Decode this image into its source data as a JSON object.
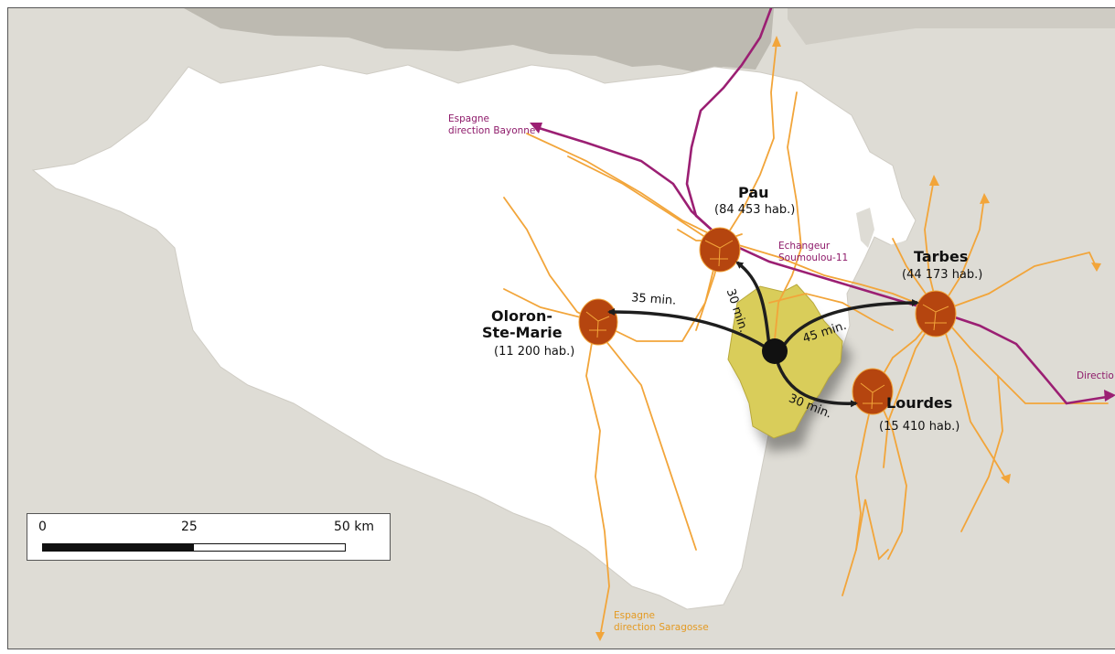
{
  "cities": [
    {
      "name": "Pau",
      "population": "(84 453 hab.)"
    },
    {
      "name_line1": "Oloron-",
      "name_line2": "Ste-Marie",
      "population": "(11 200 hab.)"
    },
    {
      "name": "Tarbes",
      "population": "(44 173 hab.)"
    },
    {
      "name": "Lourdes",
      "population": "(15 410 hab.)"
    }
  ],
  "travel_times": {
    "pau": "30 min.",
    "oloron": "35 min.",
    "tarbes": "45 min.",
    "lourdes": "30 min."
  },
  "labels": {
    "espagne_bayonne_1": "Espagne",
    "espagne_bayonne_2": "direction Bayonne",
    "espagne_saragosse_1": "Espagne",
    "espagne_saragosse_2": "direction Saragosse",
    "echangeur_1": "Echangeur",
    "echangeur_2": "Soumoulou-11",
    "direction_toulouse": "Directio"
  },
  "scale": {
    "tick_0": "0",
    "tick_mid": "25",
    "tick_end": "50 km"
  },
  "colors": {
    "background": "#dedcd5",
    "department": "#ffffff",
    "region": "#d9cd5a",
    "roads": "#f2a53a",
    "motorway": "#9b1f73",
    "city": "#b5450f",
    "arrows": "#1e1e1e"
  }
}
